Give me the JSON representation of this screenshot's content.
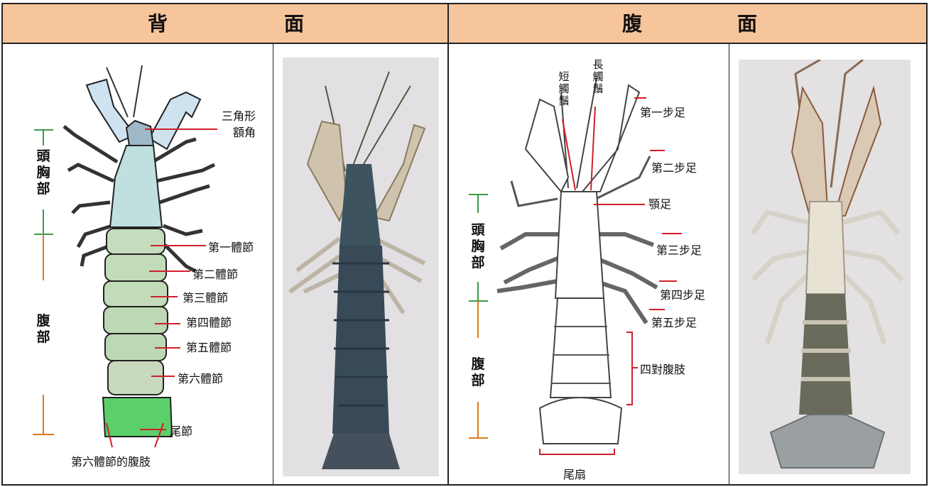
{
  "headers": {
    "dorsal_1": "背",
    "dorsal_2": "面",
    "ventral_1": "腹",
    "ventral_2": "面"
  },
  "dorsal": {
    "region_head": "頭胸部",
    "region_abdomen": "腹部",
    "labels": {
      "rostrum": "三角形\n額角",
      "seg1": "第一體節",
      "seg2": "第二體節",
      "seg3": "第三體節",
      "seg4": "第四體節",
      "seg5": "第五體節",
      "seg6": "第六體節",
      "telson": "尾節",
      "uropod": "第六體節的腹肢"
    }
  },
  "ventral": {
    "region_head": "頭胸部",
    "region_abdomen": "腹部",
    "labels": {
      "short_antenna": "短觸鬚",
      "long_antenna": "長觸鬚",
      "leg1": "第一步足",
      "leg2": "第二步足",
      "maxilliped": "顎足",
      "leg3": "第三步足",
      "leg4": "第四步足",
      "leg5": "第五步足",
      "pleopods": "四對腹肢",
      "tailfan": "尾扇"
    }
  },
  "colors": {
    "header_bg": "#f7c59b",
    "marker_green": "#3c9a4a",
    "marker_orange": "#e07a18",
    "line_red": "#d0202a"
  }
}
